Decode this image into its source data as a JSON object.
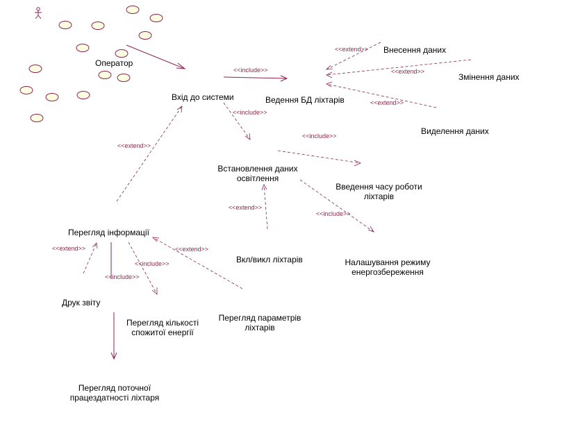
{
  "colors": {
    "edge": "#8b2252",
    "ellipse_stroke": "#8b2252",
    "ellipse_fill": "#fffde0",
    "text": "#000000"
  },
  "actor": {
    "icon": "actor-icon",
    "name": "Оператор"
  },
  "use_cases": {
    "login": "Вхід до системи",
    "db_lights": "Ведення БД ліхтарів",
    "enter_data": "Внесення даних",
    "change_data": "Змінення даних",
    "delete_data": "Виделення даних",
    "lighting_setup_l1": "Встановлення даних",
    "lighting_setup_l2": "освітлення",
    "work_time_l1": "Введення часу роботи",
    "work_time_l2": "ліхтарів",
    "on_off": "Вкл/викл ліхтарів",
    "energy_mode_l1": "Налашування режиму",
    "energy_mode_l2": "енергозбереження",
    "view_info": "Перегляд інформації",
    "print_report": "Друк звіту",
    "energy_used_l1": "Перегляд кількості",
    "energy_used_l2": "спожитої енергії",
    "light_params_l1": "Перегляд параметрів",
    "light_params_l2": "ліхтарів",
    "light_status_l1": "Перегляд поточної",
    "light_status_l2": "працездатності ліхтаря"
  },
  "stereotypes": {
    "extend": "<<extend>>",
    "include": "<<include>>"
  }
}
